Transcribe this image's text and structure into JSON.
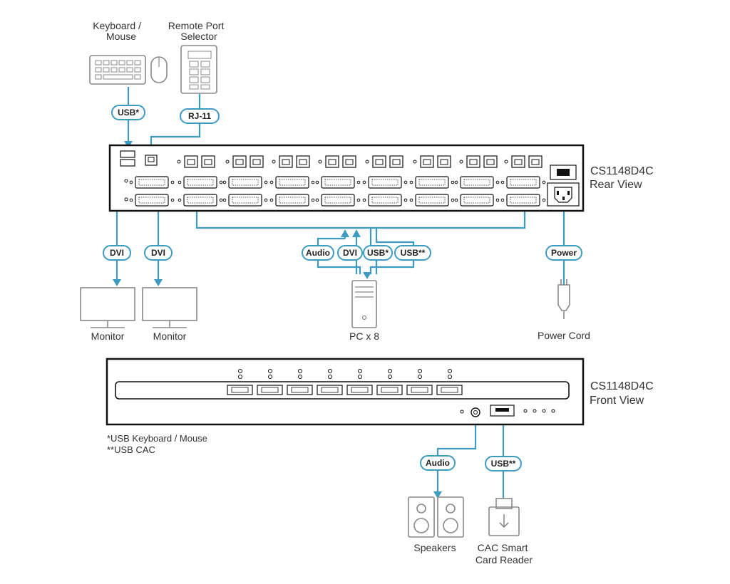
{
  "devices": {
    "keyboard_mouse": "Keyboard /\nMouse",
    "remote_port_selector": "Remote Port\nSelector",
    "monitor_1": "Monitor",
    "monitor_2": "Monitor",
    "pc": "PC x 8",
    "power_cord": "Power Cord",
    "speakers": "Speakers",
    "cac_reader": "CAC Smart\nCard Reader"
  },
  "unit": {
    "rear_title": "CS1148D4C",
    "rear_subtitle": "Rear View",
    "front_title": "CS1148D4C",
    "front_subtitle": "Front View"
  },
  "cables": {
    "usb_keyboard": "USB*",
    "rj11": "RJ-11",
    "dvi_1": "DVI",
    "dvi_2": "DVI",
    "audio_pc": "Audio",
    "dvi_pc": "DVI",
    "usb_pc": "USB*",
    "usb_cac_pc": "USB**",
    "power": "Power",
    "audio_front": "Audio",
    "usb_front": "USB**"
  },
  "footnotes": [
    "*USB Keyboard / Mouse",
    "**USB CAC"
  ],
  "colors": {
    "cable": "#3d9bc2",
    "device_outline": "#888888",
    "unit_outline": "#111111"
  }
}
